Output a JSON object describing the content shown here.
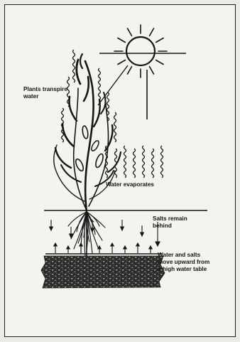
{
  "diagram": {
    "labels": {
      "plants": [
        "Plants transpire",
        "water"
      ],
      "evaporate": [
        "Water evaporates"
      ],
      "salts": [
        "Salts remain",
        "behind"
      ],
      "rise": [
        "Water and salts",
        "move upward from",
        "a high water table"
      ]
    },
    "icons": {
      "sun": "sun-icon",
      "plant": "plant-icon",
      "evaporation": "evaporation-wave-icon",
      "downward_drop": "downward-arrow-icon",
      "upward_flow": "upward-arrow-icon",
      "water_table": "water-table-texture"
    },
    "colors": {
      "ink": "#151515",
      "paper": "#f3f3ef",
      "water_table": "#2a2a2a"
    }
  }
}
